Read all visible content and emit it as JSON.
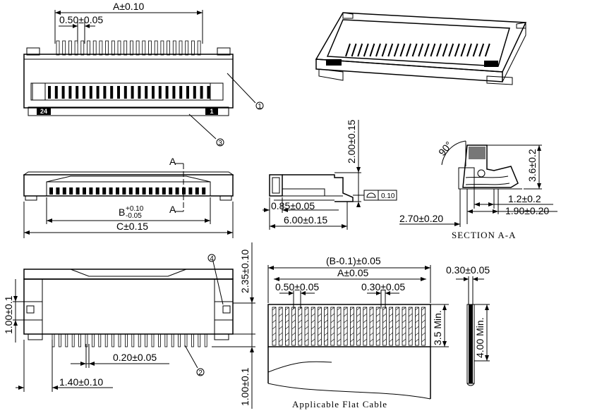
{
  "dims": {
    "a_010": "A±0.10",
    "pitch_050": "0.50±0.05",
    "b_010": "B",
    "b_sup": "+0.10",
    "b_sub": "-0.05",
    "c_015": "C±0.15",
    "h_200": "2.00±0.15",
    "flat_010": "0.10",
    "d_085": "0.85±0.05",
    "d_600": "6.00±0.15",
    "h_36": "3.6±0.2",
    "d_12": "1.2±0.2",
    "d_190": "1.90±0.20",
    "d_270": "2.70±0.20",
    "angle": "90°",
    "h_235": "2.35±0.10",
    "h_100a": "1.00±0.1",
    "d_020": "0.20±0.05",
    "d_140": "1.40±0.10",
    "h_100b": "1.00±0.1",
    "cable_b": "(B-0.1)±0.05",
    "cable_a": "A±0.05",
    "cable_p050": "0.50±0.05",
    "cable_w030": "0.30±0.05",
    "cable_35": "3.5 Min.",
    "cable_t030": "0.30±0.05",
    "cable_400": "4.00 Min."
  },
  "marks": {
    "section_a_top": "A",
    "section_a_bottom": "A",
    "pin_24": "24",
    "pin_1": "1",
    "c1": "1",
    "c2": "2",
    "c3": "3",
    "c4": "4"
  },
  "captions": {
    "section": "SECTION A-A",
    "cable": "Applicable Flat Cable"
  }
}
